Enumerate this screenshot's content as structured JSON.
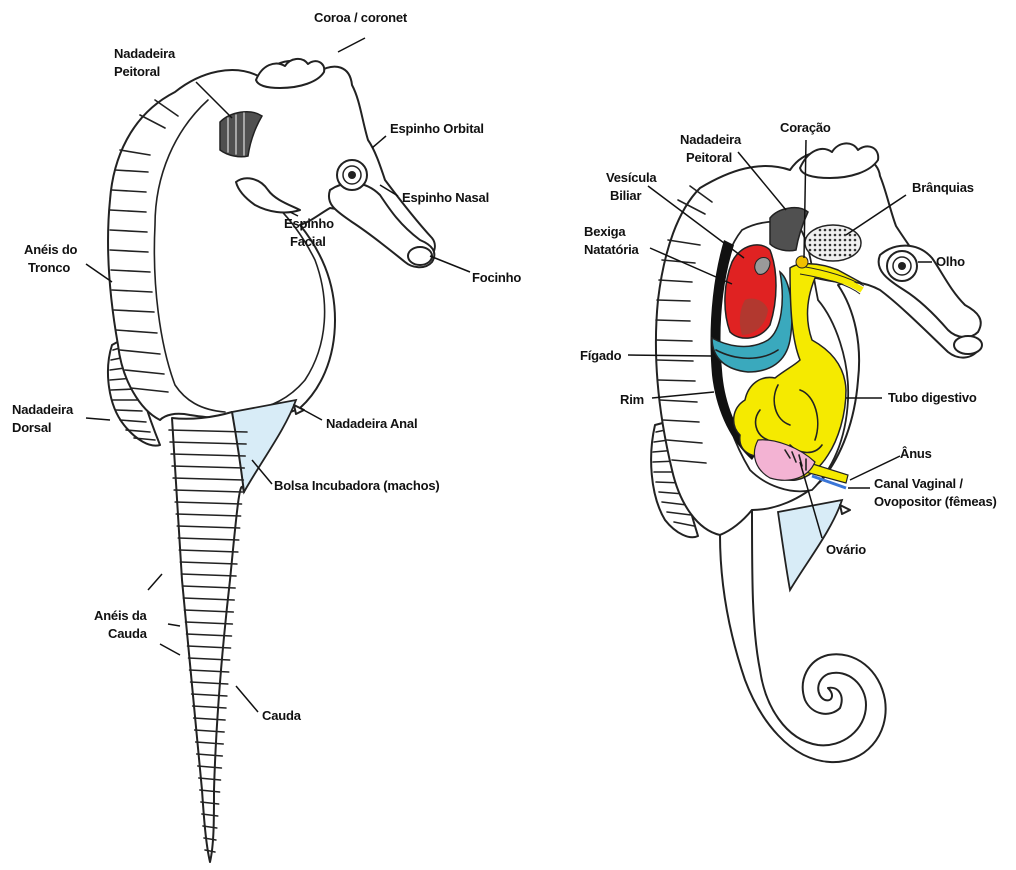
{
  "colors": {
    "stroke": "#222222",
    "fin_dark": "#505050",
    "pouch": "#d8ecf7",
    "swim_bladder": "#e02222",
    "liver": "#3aa9bd",
    "gut": "#f5ea00",
    "ovary": "#f3b3d3",
    "kidney": "#111111",
    "gills": "#f0f0f0"
  },
  "external": {
    "labels": {
      "coroa": "Coroa / coronet",
      "nadadeira_peitoral_1": "Nadadeira",
      "nadadeira_peitoral_2": "Peitoral",
      "espinho_orbital": "Espinho Orbital",
      "espinho_nasal": "Espinho Nasal",
      "espinho_facial_1": "Espinho",
      "espinho_facial_2": "Facial",
      "focinho": "Focinho",
      "aneis_tronco_1": "Anéis do",
      "aneis_tronco_2": "Tronco",
      "nadadeira_dorsal_1": "Nadadeira",
      "nadadeira_dorsal_2": "Dorsal",
      "nadadeira_anal": "Nadadeira Anal",
      "bolsa": "Bolsa Incubadora (machos)",
      "aneis_cauda_1": "Anéis da",
      "aneis_cauda_2": "Cauda",
      "cauda": "Cauda"
    }
  },
  "internal": {
    "labels": {
      "nadadeira_peitoral_1": "Nadadeira",
      "nadadeira_peitoral_2": "Peitoral",
      "coracao": "Coração",
      "vesicula_1": "Vesícula",
      "vesicula_2": "Biliar",
      "branquias": "Brânquias",
      "bexiga_1": "Bexiga",
      "bexiga_2": "Natatória",
      "olho": "Olho",
      "figado": "Fígado",
      "rim": "Rim",
      "tubo": "Tubo digestivo",
      "anus": "Ânus",
      "canal_1": "Canal Vaginal /",
      "canal_2": "Ovopositor (fêmeas)",
      "ovario": "Ovário"
    }
  }
}
